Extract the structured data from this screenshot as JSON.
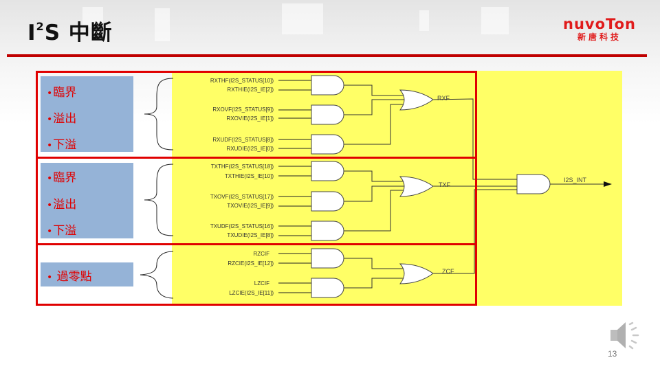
{
  "slide": {
    "title_prefix": "I",
    "title_sup": "2",
    "title_suffix": "S 中斷",
    "page_number": "13"
  },
  "logo": {
    "brand": "nuvoTon",
    "brand_zh": "新唐科技",
    "color": "#e01b1b"
  },
  "groups": [
    {
      "items": [
        "臨界",
        "溢出",
        "下溢"
      ]
    },
    {
      "items": [
        "臨界",
        "溢出",
        "下溢"
      ]
    },
    {
      "items": [
        "過零點"
      ]
    }
  ],
  "bullet_char": "•",
  "signals": {
    "rx": [
      "RXTHF(I2S_STATUS[10])",
      "RXTHIE(I2S_IE[2])",
      "RXOVF(I2S_STATUS[9])",
      "RXOVIE(I2S_IE[1])",
      "RXUDF(I2S_STATUS[8])",
      "RXUDIE(I2S_IE[0])"
    ],
    "tx": [
      "TXTHF(I2S_STATUS[18])",
      "TXTHIE(I2S_IE[10])",
      "TXOVF(I2S_STATUS[17])",
      "TXOVIE(I2S_IE[9])",
      "TXUDF(I2S_STATUS[16])",
      "TXUDIE(I2S_IE[8])"
    ],
    "zc": [
      "RZCIF",
      "RZCIE(I2S_IE[12])",
      "LZCIF",
      "LZCIE(I2S_IE[11])"
    ]
  },
  "outputs": {
    "rxf": "RXF",
    "txf": "TXF",
    "zcf": "ZCF",
    "int": "I2S_INT"
  },
  "colors": {
    "highlight_yellow": "#ffff66",
    "group_red": "#e00000",
    "box_blue": "#95b3d7",
    "title_rule": "#c00000"
  }
}
